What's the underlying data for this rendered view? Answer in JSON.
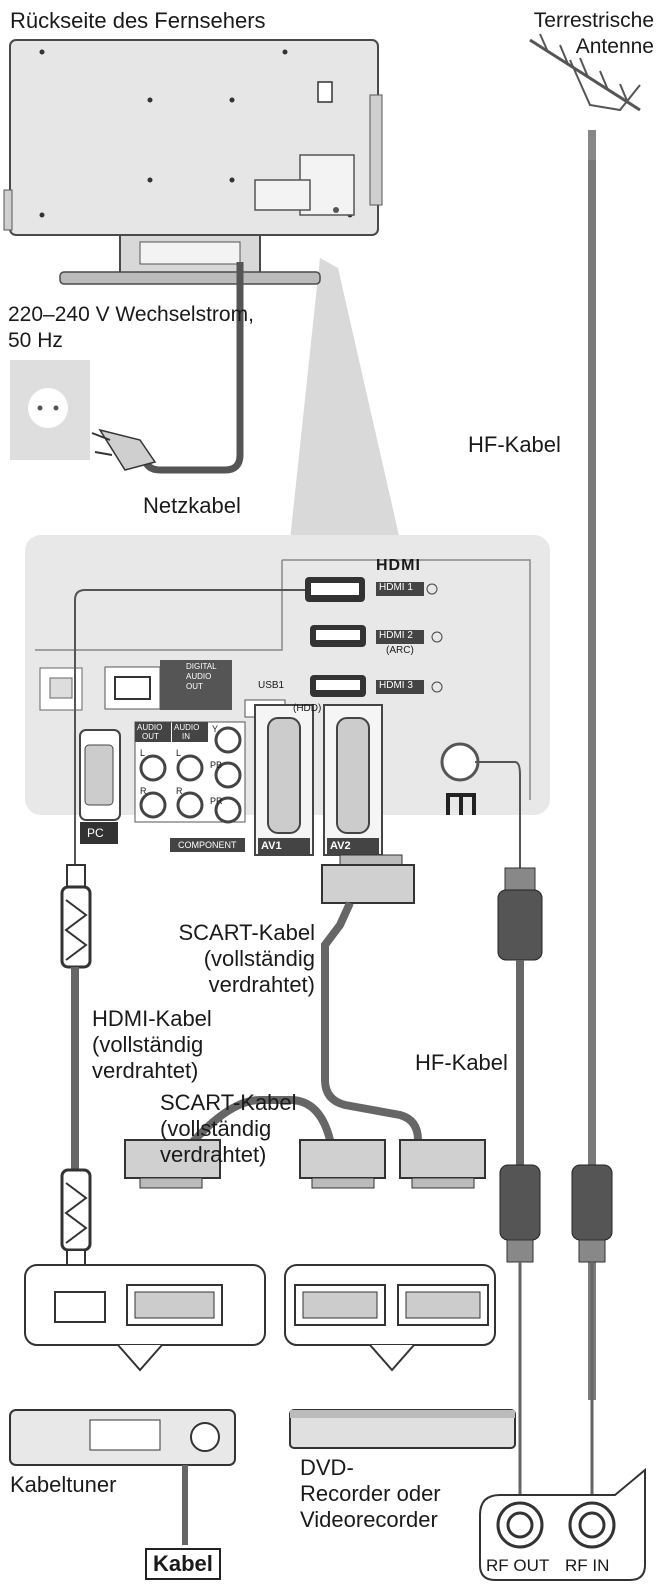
{
  "labels": {
    "tv_rear": "Rückseite des Fernsehers",
    "antenna_line1": "Terrestrische",
    "antenna_line2": "Antenne",
    "power_line1": "220–240 V Wechselstrom,",
    "power_line2": "50 Hz",
    "mains_cable": "Netzkabel",
    "rf_cable_top": "HF-Kabel",
    "scart_cable_1": [
      "SCART-Kabel",
      "(vollständig",
      "verdrahtet)"
    ],
    "hdmi_cable": [
      "HDMI-Kabel",
      "(vollständig",
      "verdrahtet)"
    ],
    "rf_cable_mid": "HF-Kabel",
    "scart_cable_2": [
      "SCART-Kabel",
      "(vollständig",
      "verdrahtet)"
    ],
    "cable_tuner": "Kabeltuner",
    "cable_box": "Kabel",
    "recorder": [
      "DVD-",
      "Recorder oder",
      "Videorecorder"
    ],
    "rf_out": "RF OUT",
    "rf_in": "RF IN"
  },
  "panel": {
    "hdmi_logo": "HDMI",
    "hdmi1": "HDMI 1",
    "hdmi2": "HDMI 2",
    "arc": "(ARC)",
    "hdmi3": "HDMI 3",
    "usb1": "USB1",
    "hdd": "(HDD)",
    "digital_audio_out": [
      "DIGITAL",
      "AUDIO",
      "OUT"
    ],
    "audio_out": [
      "AUDIO",
      "OUT"
    ],
    "audio_in": [
      "AUDIO",
      "IN"
    ],
    "component": "COMPONENT",
    "pc": "PC",
    "av1": "AV1",
    "av2": "AV2",
    "y": "Y",
    "pb": "PB",
    "pr": "PR",
    "l": "L",
    "r": "R"
  }
}
